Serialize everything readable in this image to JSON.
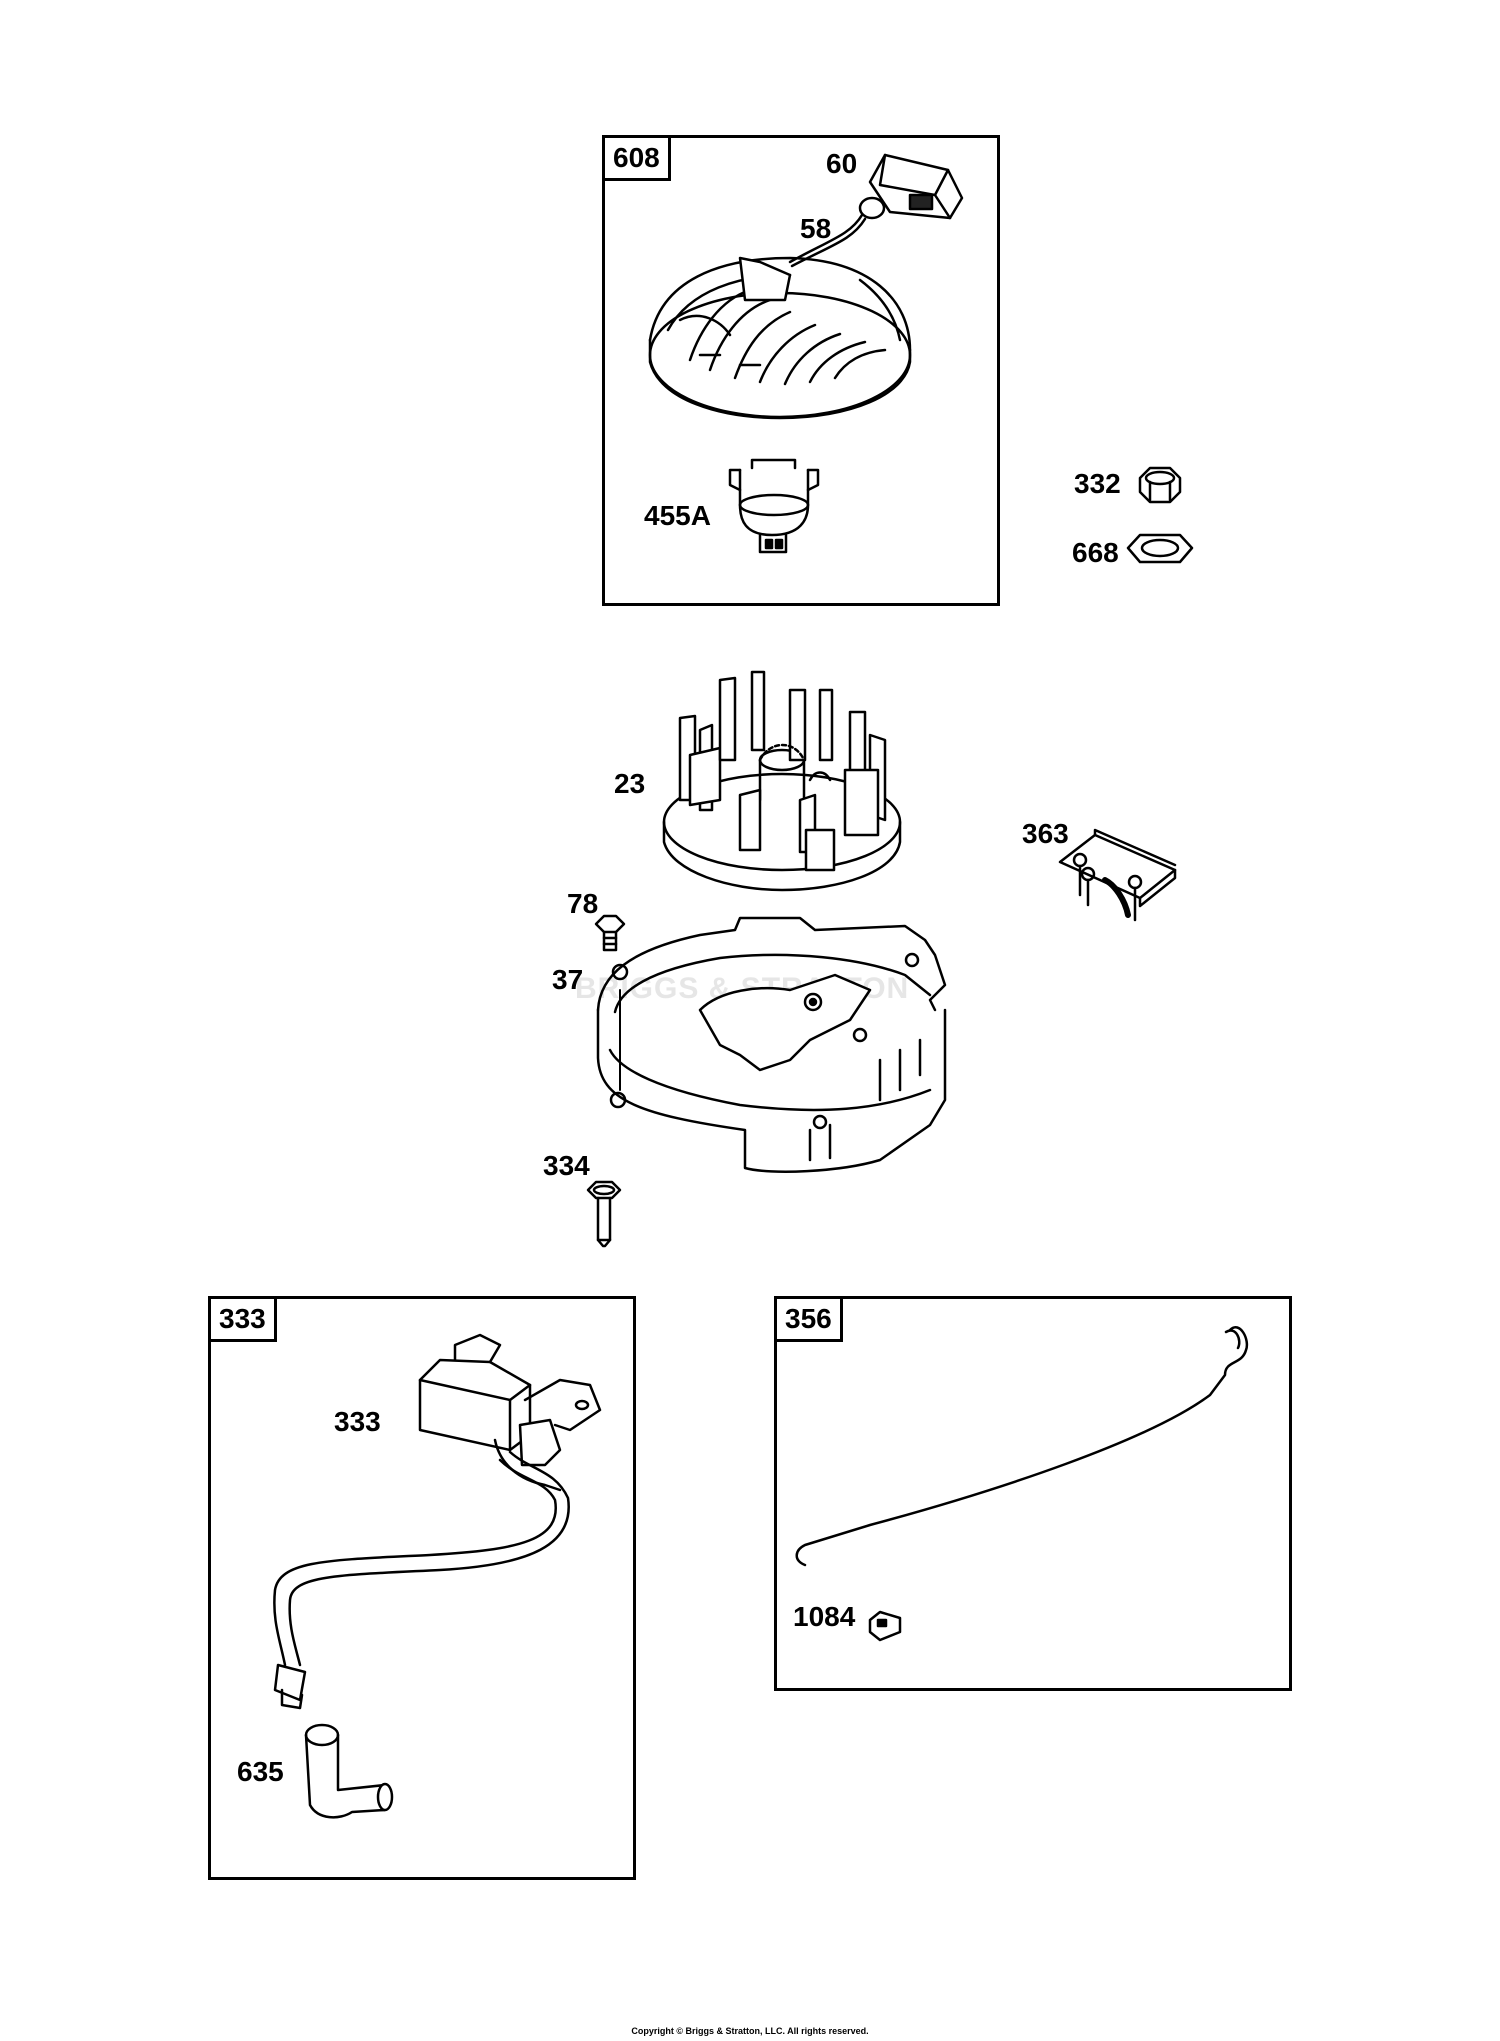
{
  "boxes": {
    "recoil": {
      "tag": "608"
    },
    "ignition": {
      "tag": "333"
    },
    "wire": {
      "tag": "356"
    }
  },
  "parts": {
    "p60": "60",
    "p58": "58",
    "p455a": "455A",
    "p332": "332",
    "p668": "668",
    "p23": "23",
    "p363": "363",
    "p78": "78",
    "p37": "37",
    "p334": "334",
    "p333": "333",
    "p635": "635",
    "p1084": "1084"
  },
  "watermark": "BRIGGS & STRATTON",
  "footer": "Copyright © Briggs & Stratton, LLC. All rights reserved."
}
